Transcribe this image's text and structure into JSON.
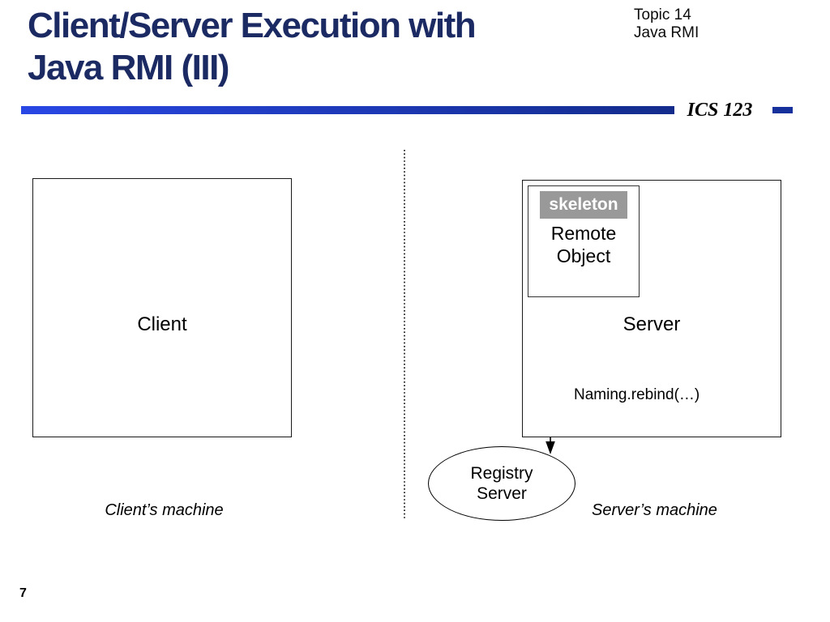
{
  "header": {
    "title_line1": "Client/Server Execution with",
    "title_line2": "Java RMI (III)",
    "topic_line1": "Topic 14",
    "topic_line2": "Java RMI",
    "course_code": "ICS 123"
  },
  "diagram": {
    "client_box": {
      "label": "Client"
    },
    "server_box": {
      "label": "Server"
    },
    "remote_object": {
      "tag": "skeleton",
      "line1": "Remote",
      "line2": "Object"
    },
    "registry": {
      "line1": "Registry",
      "line2": "Server"
    },
    "naming_call": "Naming.rebind(…)",
    "client_machine": "Client’s machine",
    "server_machine": "Server’s machine"
  },
  "footer": {
    "page_number": "7"
  },
  "colors": {
    "title": "#1b2a63",
    "bar_gradient_left": "#2947e4",
    "bar_gradient_right": "#132c8c",
    "accent_dash": "#16309c",
    "skeleton_bg": "#999999",
    "skeleton_text": "#ffffff"
  }
}
